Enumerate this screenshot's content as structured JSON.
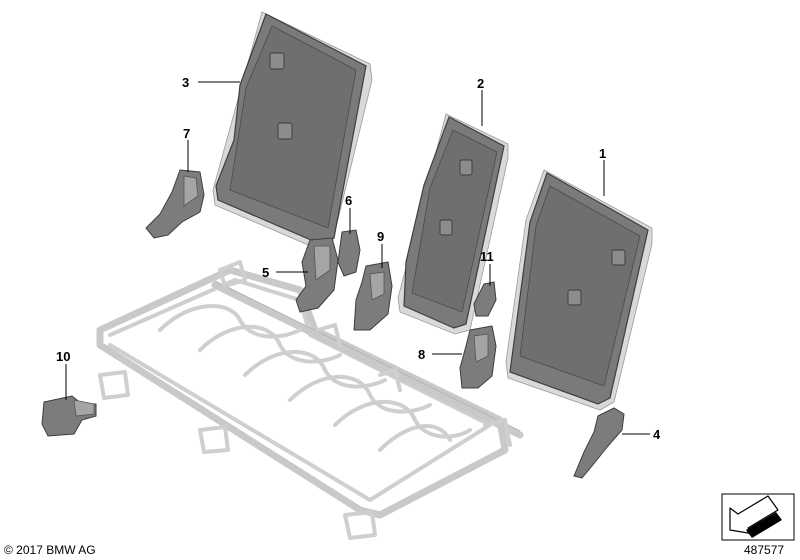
{
  "callouts": [
    {
      "id": "1",
      "label": "1"
    },
    {
      "id": "2",
      "label": "2"
    },
    {
      "id": "3",
      "label": "3"
    },
    {
      "id": "4",
      "label": "4"
    },
    {
      "id": "5",
      "label": "5"
    },
    {
      "id": "6",
      "label": "6"
    },
    {
      "id": "7",
      "label": "7"
    },
    {
      "id": "8",
      "label": "8"
    },
    {
      "id": "9",
      "label": "9"
    },
    {
      "id": "10",
      "label": "10"
    },
    {
      "id": "11",
      "label": "11"
    }
  ],
  "footer": {
    "copyright": "© 2017 BMW AG",
    "diagram_number": "487577"
  },
  "colors": {
    "part_fill": "#7a7a7a",
    "frame": "#c9c9c9",
    "text": "#000000"
  },
  "icons": {
    "nav": "arrow-icon"
  }
}
